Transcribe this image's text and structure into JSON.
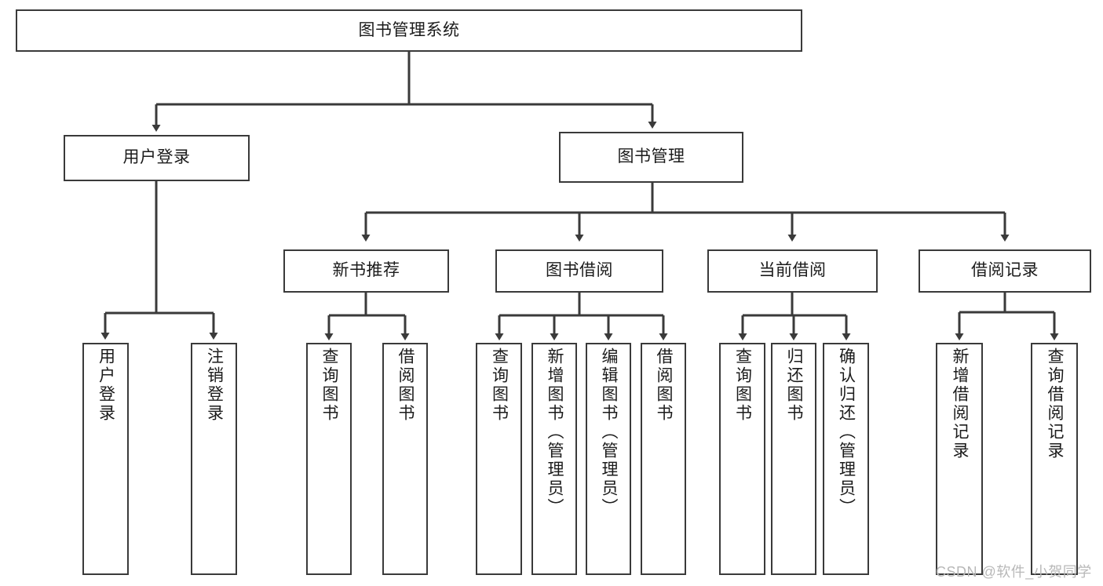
{
  "diagram": {
    "title_node": {
      "label": "图书管理系统"
    },
    "level1": [
      {
        "id": "user-login",
        "label": "用户登录"
      },
      {
        "id": "book-management",
        "label": "图书管理"
      }
    ],
    "level2": [
      {
        "id": "new-book-recommend",
        "label": "新书推荐"
      },
      {
        "id": "book-borrow",
        "label": "图书借阅"
      },
      {
        "id": "current-borrow",
        "label": "当前借阅"
      },
      {
        "id": "borrow-record",
        "label": "借阅记录"
      }
    ],
    "leaves": {
      "user_login": [
        {
          "id": "leaf-user-login",
          "label": "用户登录"
        },
        {
          "id": "leaf-logout-login",
          "label": "注销登录"
        }
      ],
      "new_book_recommend": [
        {
          "id": "leaf-query-book-1",
          "label": "查询图书"
        },
        {
          "id": "leaf-borrow-book-1",
          "label": "借阅图书"
        }
      ],
      "book_borrow": [
        {
          "id": "leaf-query-book-2",
          "label": "查询图书"
        },
        {
          "id": "leaf-add-book",
          "label": "新增图书（管理员）"
        },
        {
          "id": "leaf-edit-book",
          "label": "编辑图书（管理员）"
        },
        {
          "id": "leaf-borrow-book-2",
          "label": "借阅图书"
        }
      ],
      "current_borrow": [
        {
          "id": "leaf-query-book-3",
          "label": "查询图书"
        },
        {
          "id": "leaf-return-book",
          "label": "归还图书"
        },
        {
          "id": "leaf-confirm-return",
          "label": "确认归还（管理员）"
        }
      ],
      "borrow_record": [
        {
          "id": "leaf-add-record",
          "label": "新增借阅记录"
        },
        {
          "id": "leaf-query-record",
          "label": "查询借阅记录"
        }
      ]
    }
  },
  "watermark": {
    "text": "CSDN @软件_小贺同学"
  },
  "colors": {
    "border": "#3a3a3a",
    "connector": "#3a3a3a",
    "text": "#1b1b1b",
    "background": "#ffffff",
    "watermark": "#b8b8b8"
  }
}
